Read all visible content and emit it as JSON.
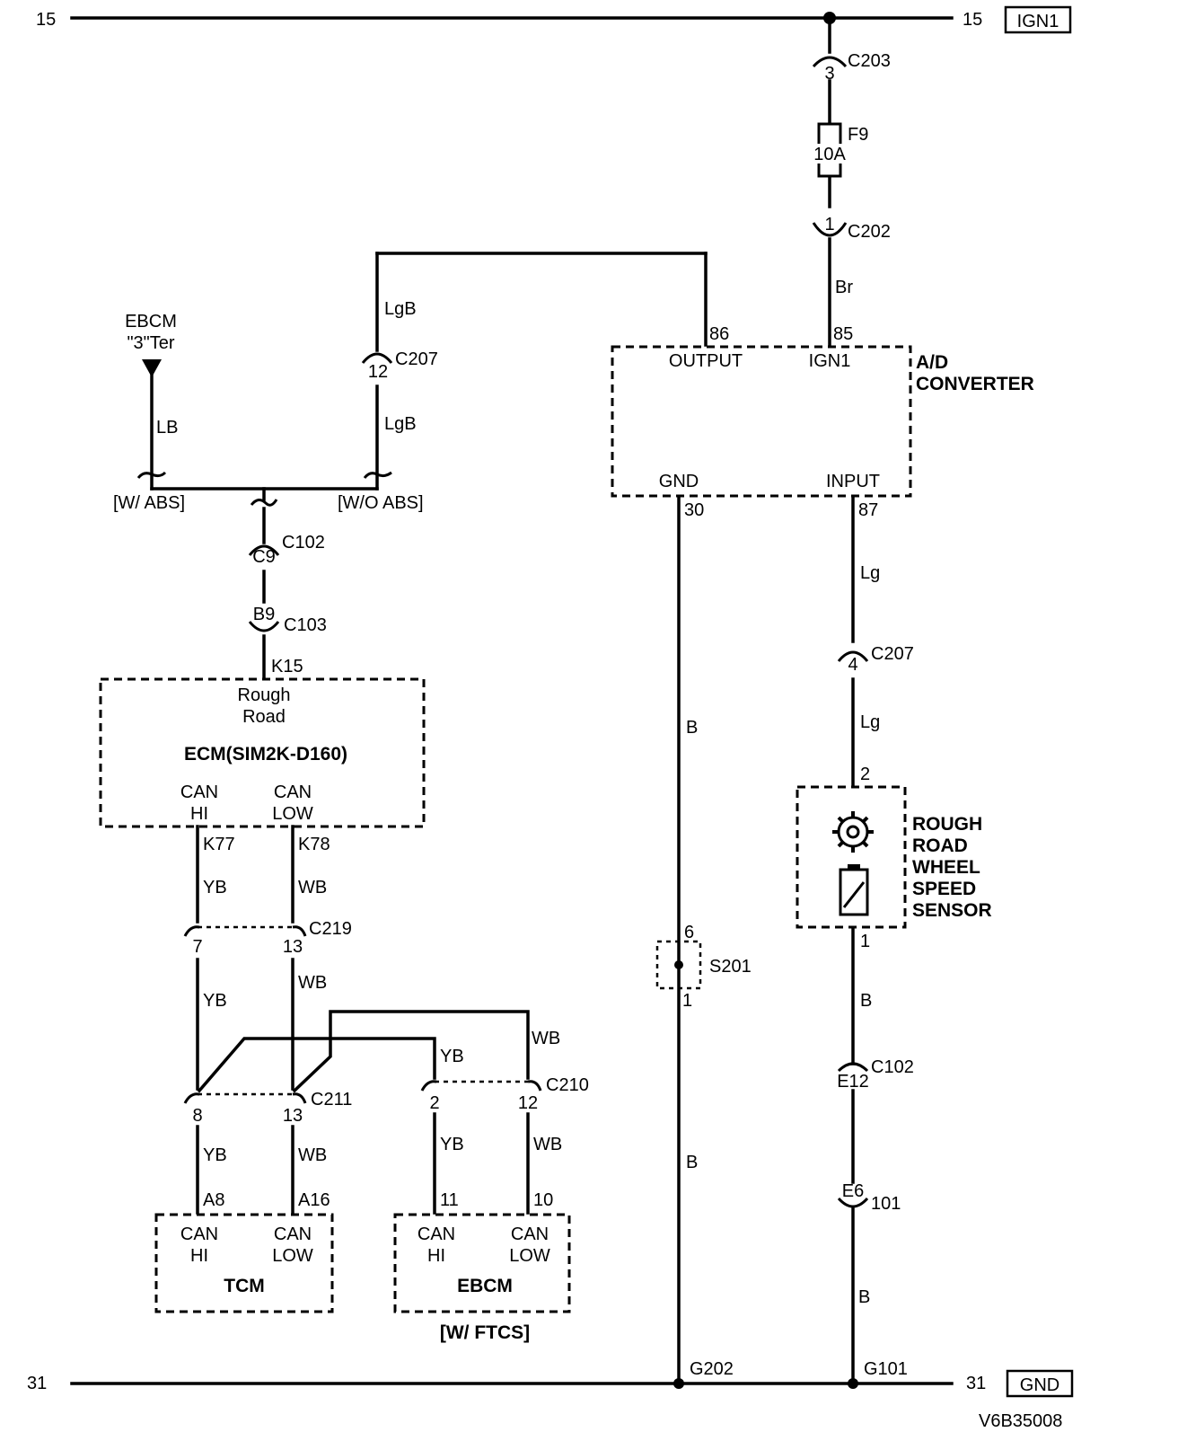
{
  "rails": {
    "top_left": "15",
    "top_right": "15",
    "top_tag": "IGN1",
    "bottom_left": "31",
    "bottom_right": "31",
    "bottom_tag": "GND"
  },
  "figure_id": "V6B35008",
  "fuse": {
    "name": "F9",
    "rating": "10A"
  },
  "connectors": {
    "c203": {
      "name": "C203",
      "pin": "3"
    },
    "c202": {
      "name": "C202",
      "pin": "1"
    },
    "c207_top": {
      "name": "C207",
      "pin": "12"
    },
    "c207_right": {
      "name": "C207",
      "pin": "4"
    },
    "c102_left": {
      "name": "C102",
      "pin": "C9"
    },
    "c103": {
      "name": "C103",
      "pin": "B9"
    },
    "c219": {
      "name": "C219",
      "pin_a": "7",
      "pin_b": "13"
    },
    "c211": {
      "name": "C211",
      "pin_a": "8",
      "pin_b": "13"
    },
    "c210": {
      "name": "C210",
      "pin_a": "2",
      "pin_b": "12"
    },
    "c102_right": {
      "name": "C102",
      "pin": "E12"
    },
    "c101": {
      "name": "101",
      "pin": "E6"
    },
    "s201": {
      "name": "S201",
      "pin_top": "6",
      "pin_bottom": "1"
    }
  },
  "wires": {
    "br": "Br",
    "lgb_1": "LgB",
    "lgb_2": "LgB",
    "lb": "LB",
    "lg_1": "Lg",
    "lg_2": "Lg",
    "b_gnd_1": "B",
    "b_gnd_2": "B",
    "b_r_1": "B",
    "b_r_2": "B",
    "yb_1": "YB",
    "wb_1": "WB",
    "yb_2": "YB",
    "wb_2": "WB",
    "yb_3": "YB",
    "wb_3": "WB",
    "yb_4": "YB",
    "wb_4": "WB",
    "yb_5": "YB",
    "wb_5": "WB"
  },
  "ebcm_ref": {
    "line1": "EBCM",
    "line2": "\"3\"Ter"
  },
  "options": {
    "with_abs": "[W/ ABS]",
    "without_abs": "[W/O ABS]",
    "with_ftcs": "[W/ FTCS]"
  },
  "ad_converter": {
    "name_line1": "A/D",
    "name_line2": "CONVERTER",
    "output": "OUTPUT",
    "ign1": "IGN1",
    "gnd": "GND",
    "input": "INPUT",
    "pin_output": "86",
    "pin_ign1": "85",
    "pin_gnd": "30",
    "pin_input": "87"
  },
  "ecm": {
    "pin_top": "K15",
    "func_line1": "Rough",
    "func_line2": "Road",
    "name": "ECM(SIM2K-D160)",
    "canhi_1": "CAN",
    "canhi_2": "HI",
    "canlow_1": "CAN",
    "canlow_2": "LOW",
    "pin_hi": "K77",
    "pin_low": "K78"
  },
  "tcm": {
    "name": "TCM",
    "canhi_1": "CAN",
    "canhi_2": "HI",
    "canlow_1": "CAN",
    "canlow_2": "LOW",
    "pin_hi": "A8",
    "pin_low": "A16"
  },
  "ebcm": {
    "name": "EBCM",
    "canhi_1": "CAN",
    "canhi_2": "HI",
    "canlow_1": "CAN",
    "canlow_2": "LOW",
    "pin_hi": "11",
    "pin_low": "10"
  },
  "sensor": {
    "line1": "ROUGH",
    "line2": "ROAD",
    "line3": "WHEEL",
    "line4": "SPEED",
    "line5": "SENSOR",
    "pin_top": "2",
    "pin_bottom": "1"
  },
  "grounds": {
    "g202": "G202",
    "g101": "G101"
  },
  "icons": [
    "gear-icon",
    "battery-icon",
    "ebcm-terminal-arrow-icon"
  ]
}
